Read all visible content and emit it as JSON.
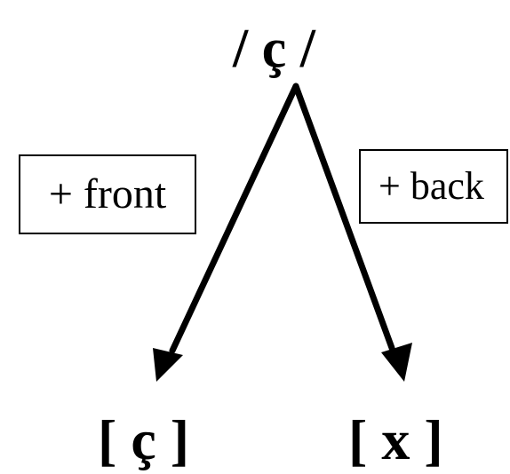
{
  "phoneme": {
    "label": "/ ç /"
  },
  "allophones": {
    "front": "[ ç ]",
    "back": "[ x ]"
  },
  "conditions": {
    "front": "+ front",
    "back": "+ back"
  },
  "colors": {
    "stroke": "#000000",
    "background": "#ffffff"
  }
}
